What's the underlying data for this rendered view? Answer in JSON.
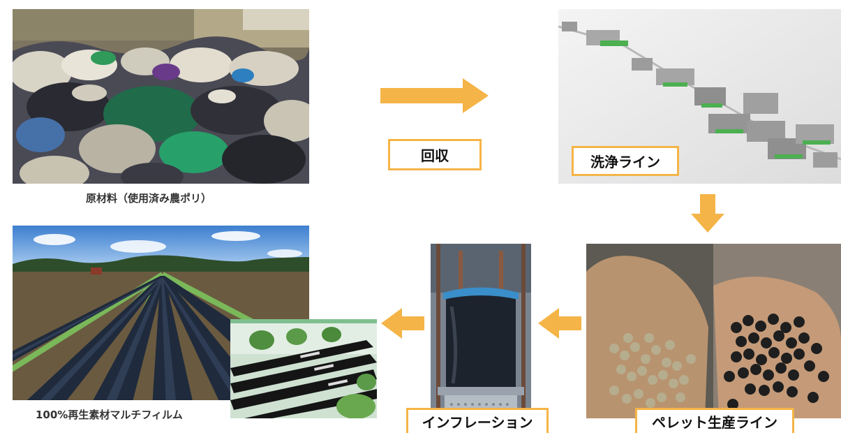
{
  "steps": {
    "raw_material": {
      "caption": "原材料（使用済み農ポリ）"
    },
    "collection": {
      "label": "回収"
    },
    "washing_line": {
      "label": "洗浄ライン"
    },
    "pellet_line": {
      "label": "ペレット生産ライン"
    },
    "inflation": {
      "label": "インフレーション"
    },
    "product": {
      "caption": "100%再生素材マルチフィルム"
    }
  },
  "colors": {
    "arrow": "#f5b447",
    "label_border": "#f5b447"
  }
}
